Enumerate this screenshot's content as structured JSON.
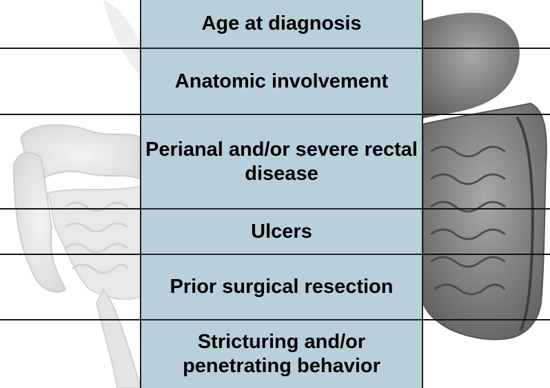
{
  "rows": [
    {
      "label": "Age at diagnosis"
    },
    {
      "label": "Anatomic involvement"
    },
    {
      "label": "Perianal and/or severe rectal disease"
    },
    {
      "label": "Ulcers"
    },
    {
      "label": "Prior surgical resection"
    },
    {
      "label": "Stricturing and/or penetrating behavior"
    }
  ],
  "colors": {
    "panel": "#b9cfdb",
    "lines": "#111111",
    "illustration_left": "#e4e4e4",
    "illustration_right": "#8e8e8e"
  },
  "illustration": {
    "icon": "gastrointestinal-tract-illustration"
  }
}
